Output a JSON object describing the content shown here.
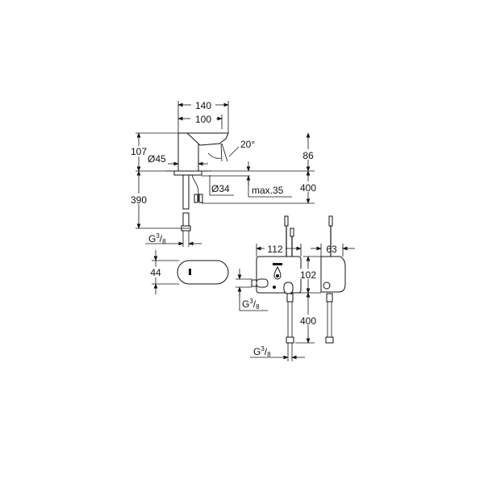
{
  "drawing": {
    "faucet": {
      "width_overall": "140",
      "width_spout": "100",
      "spout_angle": "20°",
      "height_body": "107",
      "height_spout": "86",
      "diameter_body": "Ø45",
      "diameter_hole": "Ø34",
      "max_thickness": "max.35",
      "hose_length_left": "390",
      "hose_length_right": "400",
      "thread": "G",
      "thread_num": "3",
      "thread_den": "8"
    },
    "sensor": {
      "height": "44"
    },
    "control_box": {
      "width": "112",
      "depth": "63",
      "height": "102",
      "hose_length": "400",
      "inlet_thread": "G",
      "inlet_thread_num": "3",
      "inlet_thread_den": "8",
      "outlet_thread": "G",
      "outlet_thread_num": "3",
      "outlet_thread_den": "8"
    }
  }
}
